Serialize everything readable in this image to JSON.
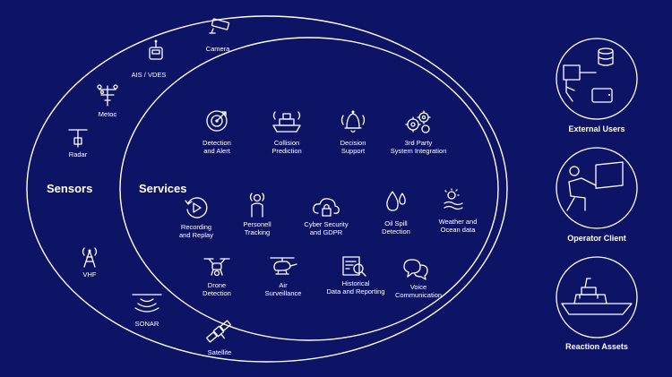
{
  "sensors": {
    "title": "Sensors",
    "items": [
      {
        "label": "Camera",
        "icon": "camera-icon"
      },
      {
        "label": "AIS / VDES",
        "icon": "antenna-icon"
      },
      {
        "label": "Metoc",
        "icon": "weather-station-icon"
      },
      {
        "label": "Radar",
        "icon": "radar-mast-icon"
      },
      {
        "label": "VHF",
        "icon": "radio-tower-icon"
      },
      {
        "label": "SONAR",
        "icon": "sonar-icon"
      },
      {
        "label": "Satellite",
        "icon": "satellite-icon"
      }
    ]
  },
  "services": {
    "title": "Services",
    "items": [
      {
        "line1": "Detection",
        "line2": "and Alert",
        "icon": "target-icon"
      },
      {
        "line1": "Collision",
        "line2": "Prediction",
        "icon": "ship-collision-icon"
      },
      {
        "line1": "Decision",
        "line2": "Support",
        "icon": "bell-icon"
      },
      {
        "line1": "3rd Party",
        "line2": "System Integration",
        "icon": "gears-icon"
      },
      {
        "line1": "Recording",
        "line2": "and Replay",
        "icon": "replay-icon"
      },
      {
        "line1": "Personell",
        "line2": "Tracking",
        "icon": "person-tracking-icon"
      },
      {
        "line1": "Cyber Security",
        "line2": "and GDPR",
        "icon": "cloud-lock-icon"
      },
      {
        "line1": "Oil Spill",
        "line2": "Detection",
        "icon": "drops-icon"
      },
      {
        "line1": "Weather and",
        "line2": "Ocean data",
        "icon": "sun-waves-icon"
      },
      {
        "line1": "Drone",
        "line2": "Detection",
        "icon": "drone-icon"
      },
      {
        "line1": "Air",
        "line2": "Surveillance",
        "icon": "helicopter-icon"
      },
      {
        "line1": "Historical",
        "line2": "Data and Reporting",
        "icon": "report-icon"
      },
      {
        "line1": "Voice",
        "line2": "Communication",
        "icon": "chat-bubbles-icon"
      }
    ]
  },
  "right_panel": [
    {
      "label": "External Users",
      "icon": "external-users-icon"
    },
    {
      "label": "Operator Client",
      "icon": "operator-client-icon"
    },
    {
      "label": "Reaction Assets",
      "icon": "reaction-ship-icon"
    }
  ],
  "colors": {
    "background": "#0d1466",
    "foreground": "#ffffff"
  }
}
